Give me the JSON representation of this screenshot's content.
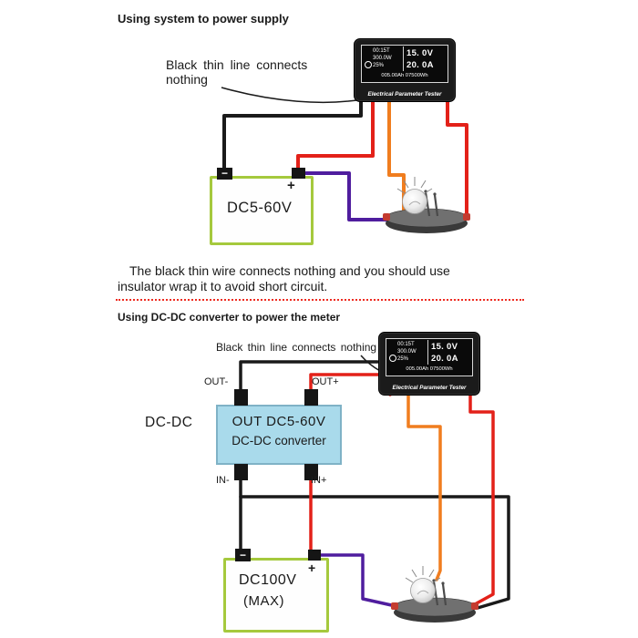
{
  "colors": {
    "wire_black": "#1a1a1a",
    "wire_red": "#e32119",
    "wire_orange": "#f07d1f",
    "wire_purple": "#4f1d9e",
    "battery_border": "#a5c93d",
    "converter_fill": "#a9daeb",
    "separator_red": "#ee2b20"
  },
  "top_section": {
    "title": "Using system to power supply",
    "note_line1": "Black thin line connects",
    "note_line2": "nothing",
    "battery": {
      "label": "DC5-60V",
      "minus": "−",
      "plus": "+"
    }
  },
  "middle_note": {
    "line1": "The black thin wire connects nothing and you should use",
    "line2": "insulator wrap it to avoid short circuit."
  },
  "bottom_section": {
    "title": "Using DC-DC converter to power the meter",
    "note": "Black thin line connects nothing",
    "converter": {
      "side_label": "DC-DC",
      "line1": "OUT DC5-60V",
      "line2": "DC-DC converter",
      "out_minus": "OUT-",
      "out_plus": "OUT+",
      "in_minus": "IN-",
      "in_plus": "IN+"
    },
    "battery": {
      "label_line1": "DC100V",
      "label_line2": "(MAX)",
      "minus": "−",
      "plus": "+"
    }
  },
  "meter": {
    "time": "00:15T",
    "power": "300.0W",
    "percent": "25%",
    "voltage": "15. 0V",
    "current": "20. 0A",
    "energy_row": "005.00Ah 07500Wh",
    "brand": "Electrical Parameter Tester"
  }
}
